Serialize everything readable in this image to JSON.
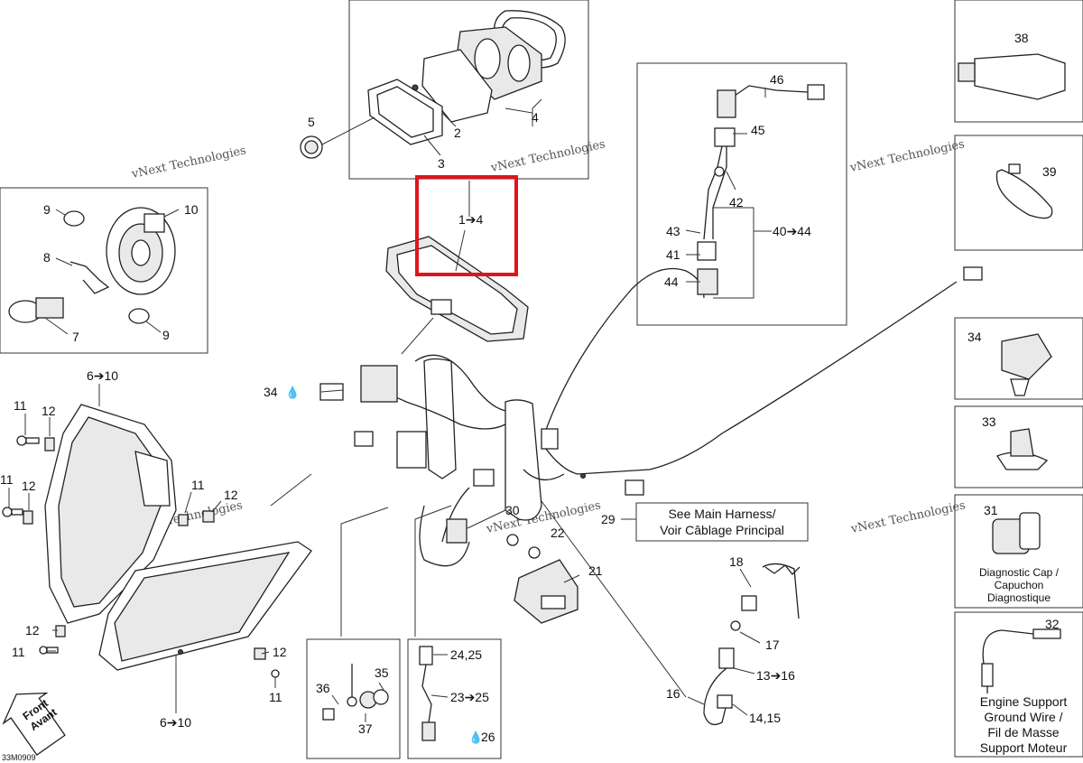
{
  "title": "",
  "watermark": "vNext Technologies",
  "highlight_color": "#e0151b",
  "callouts": {
    "c1": "1➔4",
    "c2": "2",
    "c3": "3",
    "c4": "4",
    "c5": "5",
    "c6_10a": "6➔10",
    "c6_10b": "6➔10",
    "c7": "7",
    "c8": "8",
    "c9a": "9",
    "c9b": "9",
    "c10": "10",
    "c11a": "11",
    "c11b": "11",
    "c11c": "11",
    "c11d": "11",
    "c11e": "11",
    "c12a": "12",
    "c12b": "12",
    "c12c": "12",
    "c12d": "12",
    "c12e": "12",
    "c13_16": "13➔16",
    "c14_15": "14,15",
    "c16": "16",
    "c17": "17",
    "c18": "18",
    "c21": "21",
    "c22": "22",
    "c23_25": "23➔25",
    "c24_25": "24,25",
    "c26": "26",
    "c29": "29",
    "c30": "30",
    "c31": "31",
    "c32": "32",
    "c33": "33",
    "c34": "34",
    "c34b": "34",
    "c35": "35",
    "c36": "36",
    "c37": "37",
    "c38": "38",
    "c39": "39",
    "c40_44": "40➔44",
    "c41": "41",
    "c42": "42",
    "c43": "43",
    "c44": "44",
    "c45": "45",
    "c46": "46"
  },
  "notes": {
    "main_harness_1": "See Main Harness/",
    "main_harness_2": "Voir Câblage Principal",
    "diag_cap_1": "Diagnostic Cap /",
    "diag_cap_2": "Capuchon",
    "diag_cap_3": "Diagnostique",
    "ground_1": "Engine Support",
    "ground_2": "Ground Wire /",
    "ground_3": "Fil de Masse",
    "ground_4": "Support Moteur",
    "front_1": "Front",
    "front_2": "Avant",
    "figure_id": "33M0909"
  }
}
